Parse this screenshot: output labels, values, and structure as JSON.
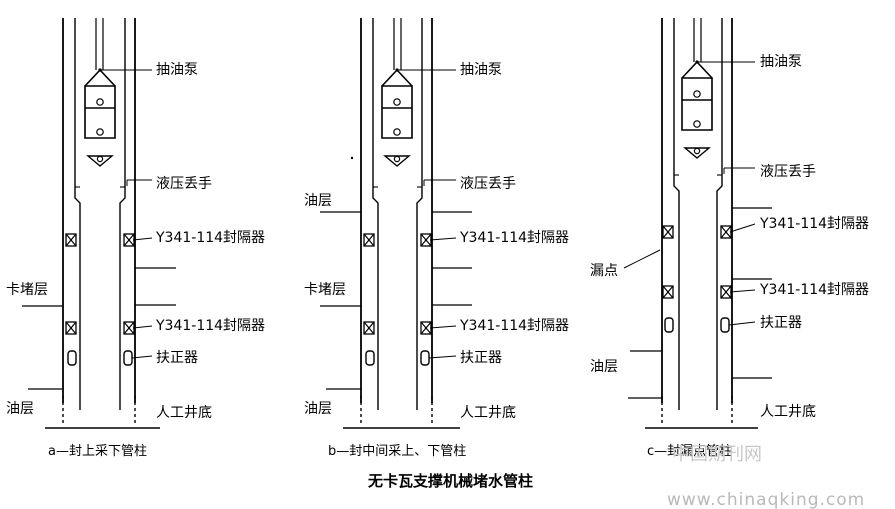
{
  "diagrams": [
    {
      "caption": "a—封上采下管柱",
      "labels": {
        "pump": "抽油泵",
        "release": "液压丢手",
        "packer1": "Y341-114封隔器",
        "packer2": "Y341-114封隔器",
        "centralizer": "扶正器",
        "plug_layer": "卡堵层",
        "oil_layer": "油层",
        "bottom": "人工井底"
      }
    },
    {
      "caption": "b—封中间采上、下管柱",
      "labels": {
        "pump": "抽油泵",
        "release": "液压丢手",
        "packer1": "Y341-114封隔器",
        "packer2": "Y341-114封隔器",
        "centralizer": "扶正器",
        "oil_layer_top": "油层",
        "plug_layer": "卡堵层",
        "oil_layer": "油层",
        "bottom": "人工井底"
      }
    },
    {
      "caption": "c—封漏点管柱",
      "labels": {
        "pump": "抽油泵",
        "release": "液压丢手",
        "packer1": "Y341-114封隔器",
        "leak": "漏点",
        "packer2": "Y341-114封隔器",
        "centralizer": "扶正器",
        "oil_layer": "油层",
        "bottom": "人工井底"
      }
    }
  ],
  "title": "无卡瓦支撑机械堵水管柱",
  "watermark_cn": "中国期刊网",
  "watermark_url": "www.chinaqking.com"
}
